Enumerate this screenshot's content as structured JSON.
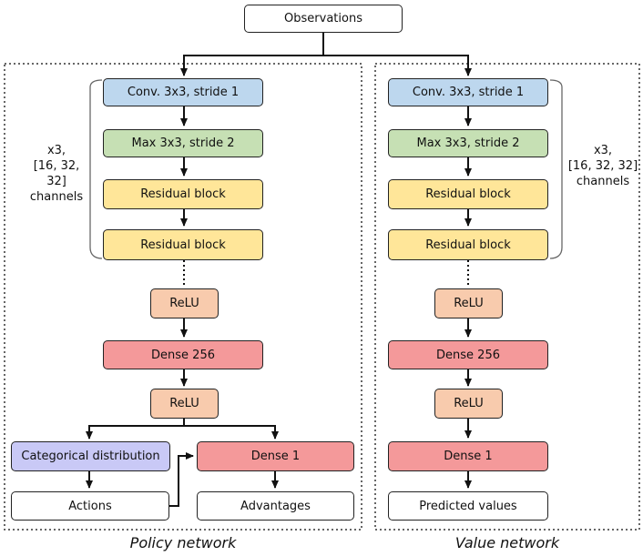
{
  "colors": {
    "conv": "#bdd7ee",
    "maxpool": "#c6e0b4",
    "residual": "#ffe699",
    "relu": "#f8cbad",
    "dense": "#f4999a",
    "distribution": "#c9c9f6",
    "io": "#ffffff"
  },
  "input": {
    "label": "Observations"
  },
  "policy": {
    "caption": "Policy network",
    "repeat_note": [
      "x3,",
      "[16, 32, 32]",
      "channels"
    ],
    "conv": "Conv. 3x3, stride 1",
    "maxpool": "Max 3x3, stride 2",
    "residual_1": "Residual block",
    "residual_2": "Residual block",
    "relu_1": "ReLU",
    "dense_256": "Dense 256",
    "relu_2": "ReLU",
    "distribution": "Categorical distribution",
    "dense_1": "Dense 1",
    "actions": "Actions",
    "advantages": "Advantages"
  },
  "value": {
    "caption": "Value network",
    "repeat_note": [
      "x3,",
      "[16, 32, 32]",
      "channels"
    ],
    "conv": "Conv. 3x3, stride 1",
    "maxpool": "Max 3x3, stride 2",
    "residual_1": "Residual block",
    "residual_2": "Residual block",
    "relu_1": "ReLU",
    "dense_256": "Dense 256",
    "relu_2": "ReLU",
    "dense_1": "Dense 1",
    "predicted": "Predicted values"
  }
}
